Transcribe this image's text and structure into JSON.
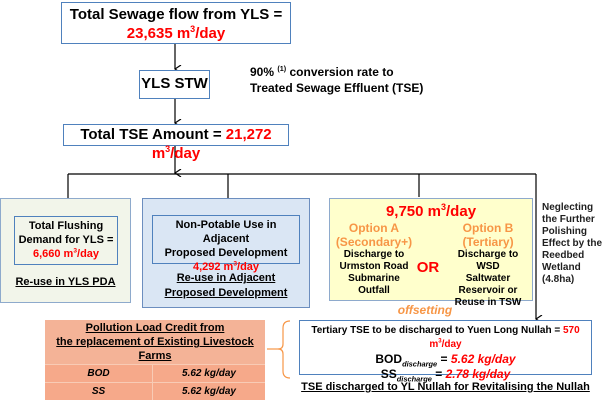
{
  "colors": {
    "value_red": "#ff0000",
    "option_orange": "#f79646",
    "box_border": "#4f81bd",
    "green_fill": "#f2f5ea",
    "blue_fill": "#dae6f4",
    "yellow_fill": "#ffffcc",
    "table_fill": "#f6a98a"
  },
  "sewage": {
    "label": "Total Sewage flow from YLS =",
    "value": "23,635 m",
    "unit_sup": "3",
    "unit_tail": "/day"
  },
  "stw": {
    "label": "YLS STW"
  },
  "conversion": {
    "pct": "90%",
    "ref": "(1)",
    "line1_tail": " conversion rate to",
    "line2": "Treated Sewage Effluent (TSE)"
  },
  "tse_total": {
    "label": "Total TSE Amount = ",
    "value": "21,272 m",
    "unit_sup": "3",
    "unit_tail": "/day"
  },
  "flushing": {
    "line1": "Total Flushing",
    "line2": "Demand for YLS =",
    "value": "6,660 m",
    "unit_sup": "3",
    "unit_tail": "/day",
    "caption": "Re-use in YLS PDA"
  },
  "non_potable": {
    "line1": "Non-Potable Use in Adjacent",
    "line2": "Proposed Development",
    "value": "4,292 m",
    "unit_sup": "3",
    "unit_tail": "/day",
    "caption_line1": "Re-use in Adjacent",
    "caption_line2": "Proposed Development"
  },
  "options": {
    "flow_value": "9,750 m",
    "unit_sup": "3",
    "unit_tail": "/day",
    "or_label": "OR",
    "option_a": {
      "title": "Option A",
      "subtitle": "(Secondary+)",
      "desc": [
        "Discharge to",
        "Urmston Road",
        "Submarine",
        "Outfall"
      ]
    },
    "option_b": {
      "title": "Option B",
      "subtitle": "(Tertiary)",
      "desc": [
        "Discharge to WSD",
        "Saltwater",
        "Reservoir or",
        "Reuse in TSW"
      ]
    }
  },
  "neglect_note": [
    "Neglecting",
    "the Further",
    "Polishing",
    "Effect by the",
    "Reedbed",
    "Wetland",
    "(4.8ha)"
  ],
  "offsetting_label": "offsetting",
  "nullah": {
    "line1_label": "Tertiary TSE to be discharged to Yuen Long Nullah = ",
    "line1_value": "570 m",
    "unit_sup": "3",
    "unit_tail": "/day",
    "bod_label": "BOD",
    "bod_sub": "discharge",
    "bod_value": "5.62 kg/day",
    "ss_label": "SS",
    "ss_sub": "discharge",
    "ss_value": "2.78 kg/day",
    "caption": "TSE discharged to YL Nullah for Revitalising the Nullah"
  },
  "pollution_table": {
    "header_line1": "Pollution Load Credit from",
    "header_line2": "the replacement of Existing Livestock Farms",
    "rows": [
      {
        "param": "BOD",
        "value": "5.62 kg/day"
      },
      {
        "param": "SS",
        "value": "5.62 kg/day"
      }
    ]
  },
  "eq_sign": " = "
}
